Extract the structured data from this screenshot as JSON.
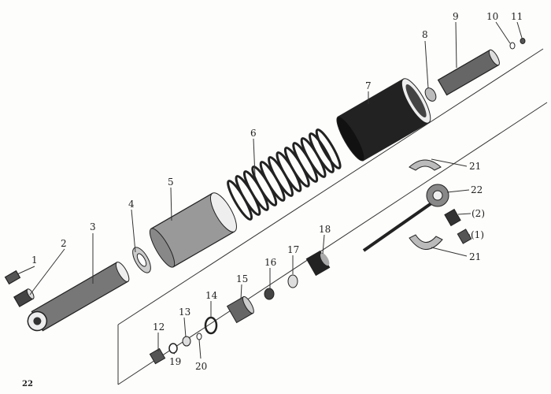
{
  "figure_number": "22",
  "labels": {
    "p1": "1",
    "p2": "2",
    "p3": "3",
    "p4": "4",
    "p5": "5",
    "p6": "6",
    "p7": "7",
    "p8": "8",
    "p9": "9",
    "p10": "10",
    "p11": "11",
    "p12": "12",
    "p13": "13",
    "p14": "14",
    "p15": "15",
    "p16": "16",
    "p17": "17",
    "p18": "18",
    "p19": "19",
    "p20": "20",
    "p21a": "21",
    "p21b": "21",
    "p22": "22",
    "sub2": "(2)",
    "sub1": "(1)"
  }
}
